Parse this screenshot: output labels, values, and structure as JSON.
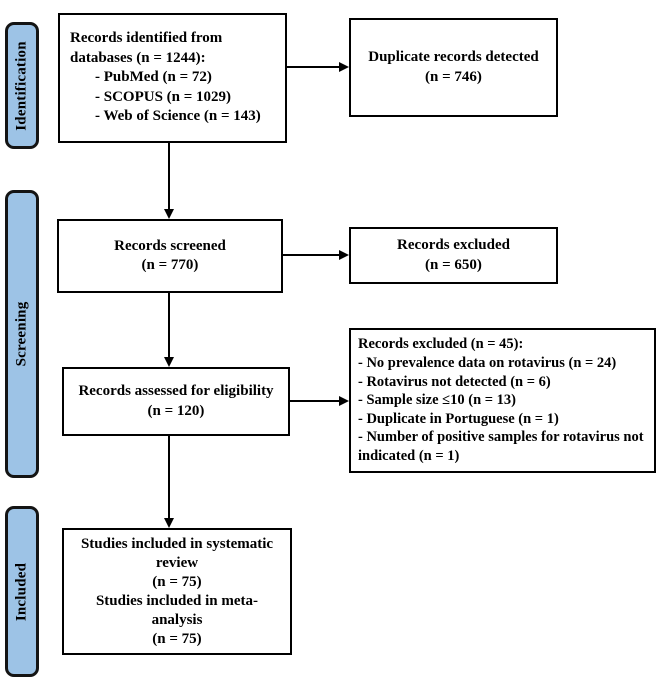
{
  "colors": {
    "stage_fill": "#9DC3E6",
    "line_and_border": "#000000",
    "background": "#FFFFFF"
  },
  "stages": {
    "identification": "Identification",
    "screening": "Screening",
    "included": "Included"
  },
  "boxes": {
    "identified": {
      "lines": [
        "Records identified from",
        "databases (n = 1244):"
      ],
      "items": [
        "- PubMed (n = 72)",
        "- SCOPUS (n = 1029)",
        "- Web of Science (n = 143)"
      ]
    },
    "duplicates": {
      "line1": "Duplicate records detected",
      "line2": "(n = 746)"
    },
    "screened": {
      "line1": "Records screened",
      "line2": "(n = 770)"
    },
    "excluded_screening": {
      "line1": "Records excluded",
      "line2": "(n = 650)"
    },
    "assessed": {
      "line1": "Records assessed for eligibility",
      "line2": "(n = 120)"
    },
    "excluded_eligibility": {
      "title": "Records excluded (n = 45):",
      "items": [
        "- No prevalence data on rotavirus (n = 24)",
        "- Rotavirus not detected (n = 6)",
        "- Sample size ≤10 (n = 13)",
        "- Duplicate in Portuguese (n = 1)",
        "- Number of positive samples for rotavirus not indicated (n = 1)"
      ]
    },
    "included": {
      "lines": [
        "Studies included in systematic",
        "review",
        "(n = 75)",
        "Studies included in meta-",
        "analysis",
        "(n = 75)"
      ]
    }
  }
}
